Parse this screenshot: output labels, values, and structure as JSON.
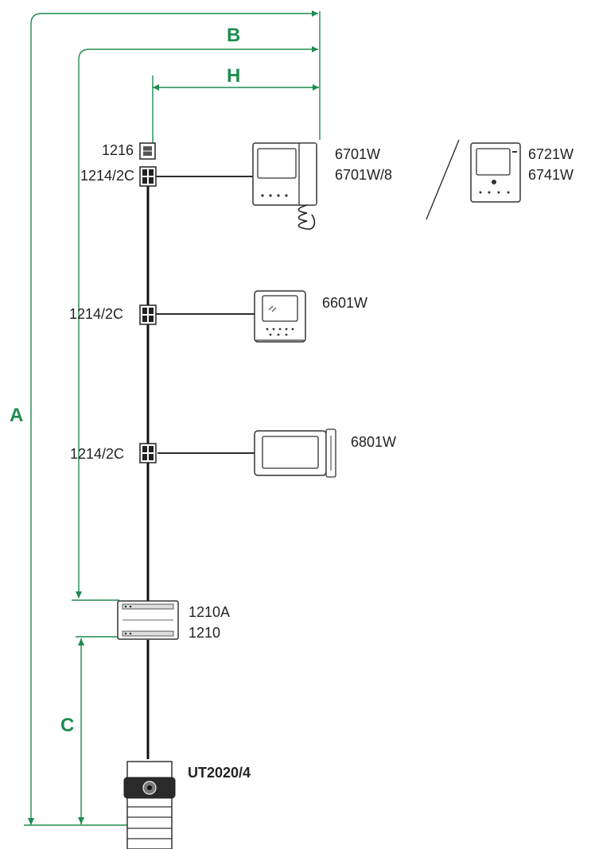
{
  "colors": {
    "dimension": "#1e8c4e",
    "wire": "#111111",
    "device": "#333333"
  },
  "dimensions": {
    "a": "A",
    "b": "B",
    "c": "C",
    "h": "H"
  },
  "devices": {
    "unit_1216": "1216",
    "distributor_1": "1214/2C",
    "distributor_2": "1214/2C",
    "distributor_3": "1214/2C",
    "monitor_6701_a": "6701W",
    "monitor_6701_b": "6701W/8",
    "monitor_6721": "6721W",
    "monitor_6741": "6741W",
    "monitor_6601": "6601W",
    "monitor_6801": "6801W",
    "power_1210a": "1210A",
    "power_1210": "1210",
    "entrance_panel": "UT2020/4"
  }
}
